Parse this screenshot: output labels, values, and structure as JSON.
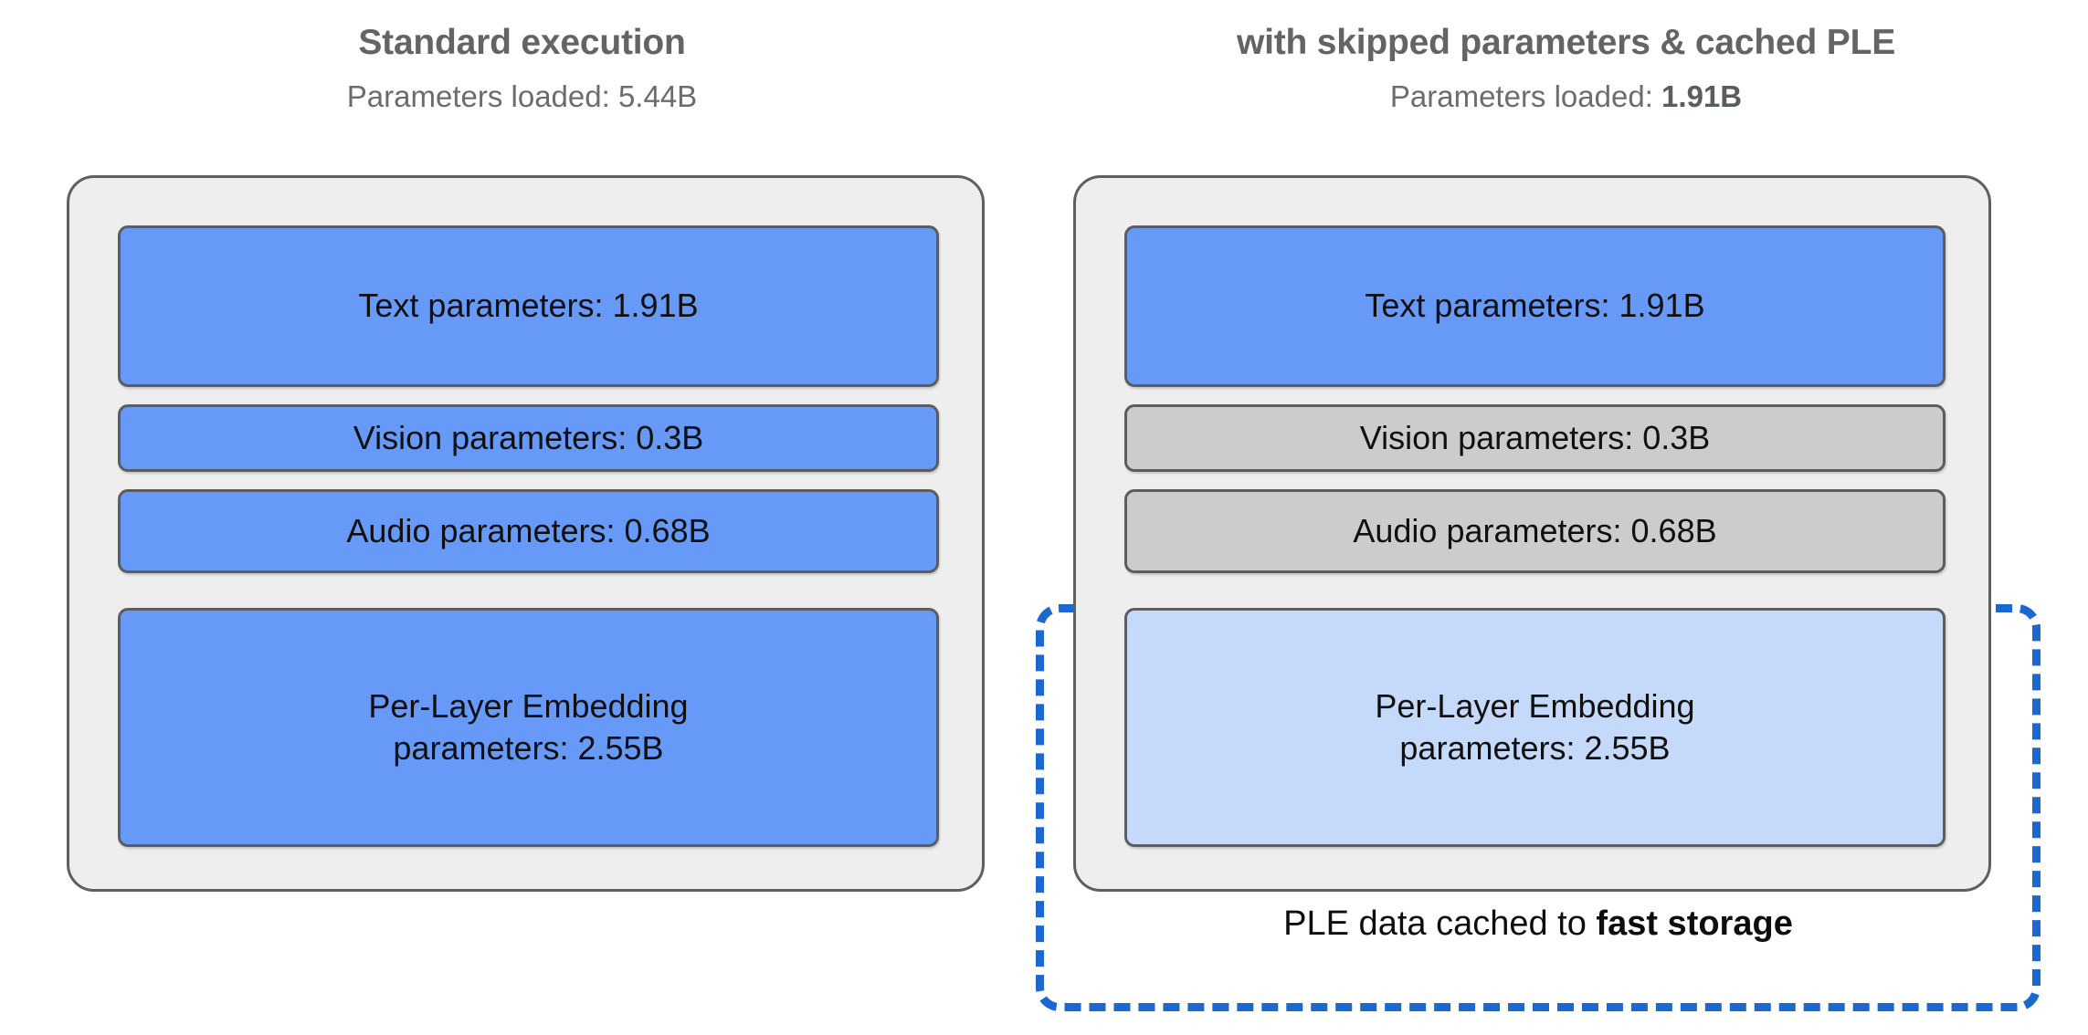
{
  "diagram": {
    "title_color": "#626568",
    "accent_blue": "#6699f8",
    "muted_gray": "#cccccc",
    "cached_blue": "#c5d9fb",
    "dashed_border_blue": "#1a68d0",
    "panel_background": "#eeeeee"
  },
  "columns": [
    {
      "id": "standard",
      "title": "Standard execution",
      "subtitle_prefix": "Parameters loaded: ",
      "subtitle_value": "5.44B",
      "blocks": [
        {
          "label": "Text parameters: 1.91B",
          "state": "loaded",
          "color": "#6699f8"
        },
        {
          "label": "Vision parameters: 0.3B",
          "state": "loaded",
          "color": "#6699f8"
        },
        {
          "label": "Audio parameters: 0.68B",
          "state": "loaded",
          "color": "#6699f8"
        },
        {
          "label": "Per-Layer Embedding\nparameters: 2.55B",
          "state": "loaded",
          "color": "#6699f8"
        }
      ]
    },
    {
      "id": "optimized",
      "title": "with skipped parameters & cached PLE",
      "subtitle_prefix": "Parameters loaded: ",
      "subtitle_value": "1.91B",
      "blocks": [
        {
          "label": "Text parameters: 1.91B",
          "state": "loaded",
          "color": "#6699f8"
        },
        {
          "label": "Vision parameters: 0.3B",
          "state": "skipped",
          "color": "#cccccc"
        },
        {
          "label": "Audio parameters: 0.68B",
          "state": "skipped",
          "color": "#cccccc"
        },
        {
          "label": "Per-Layer Embedding\nparameters: 2.55B",
          "state": "cached",
          "color": "#c5d9fb"
        }
      ],
      "cache_region": {
        "caption_prefix": "PLE data cached to ",
        "caption_emphasis": "fast storage"
      }
    }
  ]
}
